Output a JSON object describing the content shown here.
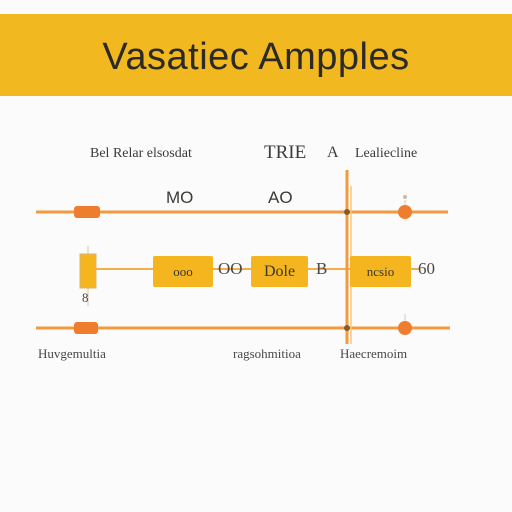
{
  "banner": {
    "title": "Vasatiec Ampples",
    "color": "#f2b81f"
  },
  "header_labels": {
    "left": "Bel Relar elsosdat",
    "middle": "TRIE",
    "mid_suffix": "A",
    "right": "Lealiecline"
  },
  "ratio_labels": {
    "left": "MO",
    "right": "AO"
  },
  "amplifiers": {
    "box1": "ooo",
    "gap1": "OO",
    "box2": "Dole",
    "gap2": "B",
    "box3": "ncsio",
    "end": "60"
  },
  "side_component": {
    "label": "8"
  },
  "bottom_labels": {
    "left": "Huvgemultia",
    "middle": "ragsohmitioa",
    "right": "Haecremoim"
  },
  "colors": {
    "wire": "#f19a3e",
    "accent": "#f5b51e",
    "node": "#ef7d2e"
  }
}
